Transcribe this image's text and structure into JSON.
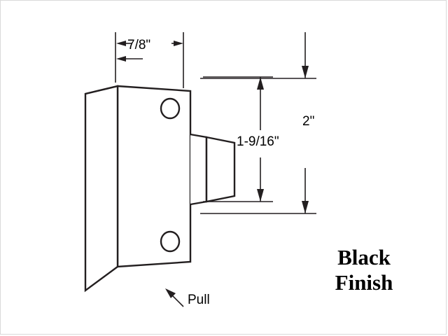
{
  "drawing": {
    "title": "",
    "dimensions": {
      "width_label": "7/8\"",
      "height_overall_label": "2\"",
      "height_inner_label": "1-9/16\""
    },
    "callouts": {
      "pull_label": "Pull"
    },
    "finish": {
      "line1": "Black",
      "line2": "Finish"
    },
    "colors": {
      "line": "#231f20",
      "face_fill": "#ffffff",
      "background": "#ffffff",
      "border": "#d9d9d9"
    }
  }
}
